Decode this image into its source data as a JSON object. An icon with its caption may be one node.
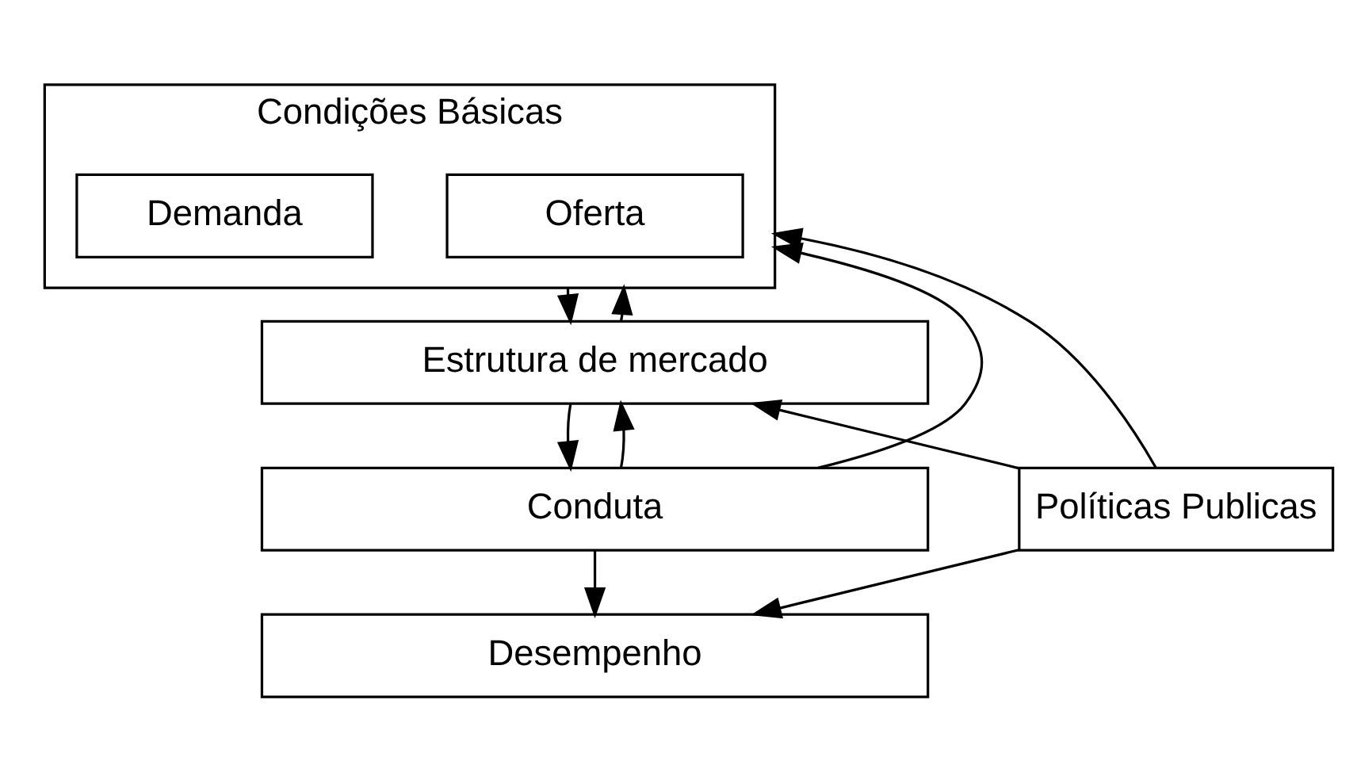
{
  "diagram": {
    "nodes": [
      {
        "text": [
          "Condições Básicas"
        ]
      },
      {
        "text": [
          "Oferta"
        ],
        "in": 0
      },
      {
        "text": [
          "Demanda"
        ],
        "in": 0
      },
      {
        "text": [
          "Estrutura de mercado"
        ]
      },
      {
        "text": [
          "Conduta"
        ]
      },
      {
        "text": [
          "Desempenho"
        ]
      },
      {
        "text": [
          "Políticas Publicas"
        ]
      }
    ],
    "edges": [
      {
        "from": 0,
        "to": 3,
        "arrow": "to"
      },
      {
        "from": 3,
        "to": 4,
        "arrow": "to"
      },
      {
        "from": 4,
        "to": 5,
        "arrow": "to"
      },
      {
        "from": 3,
        "to": 0,
        "arrow": "to"
      },
      {
        "from": 4,
        "to": 3,
        "arrow": "to"
      },
      {
        "from": 4,
        "to": 0,
        "arrow": "to"
      },
      {
        "from": 6,
        "to": 0,
        "arrow": "to"
      },
      {
        "from": 6,
        "to": 3,
        "arrow": "to"
      },
      {
        "from": 6,
        "to": 5,
        "arrow": "to"
      }
    ]
  }
}
